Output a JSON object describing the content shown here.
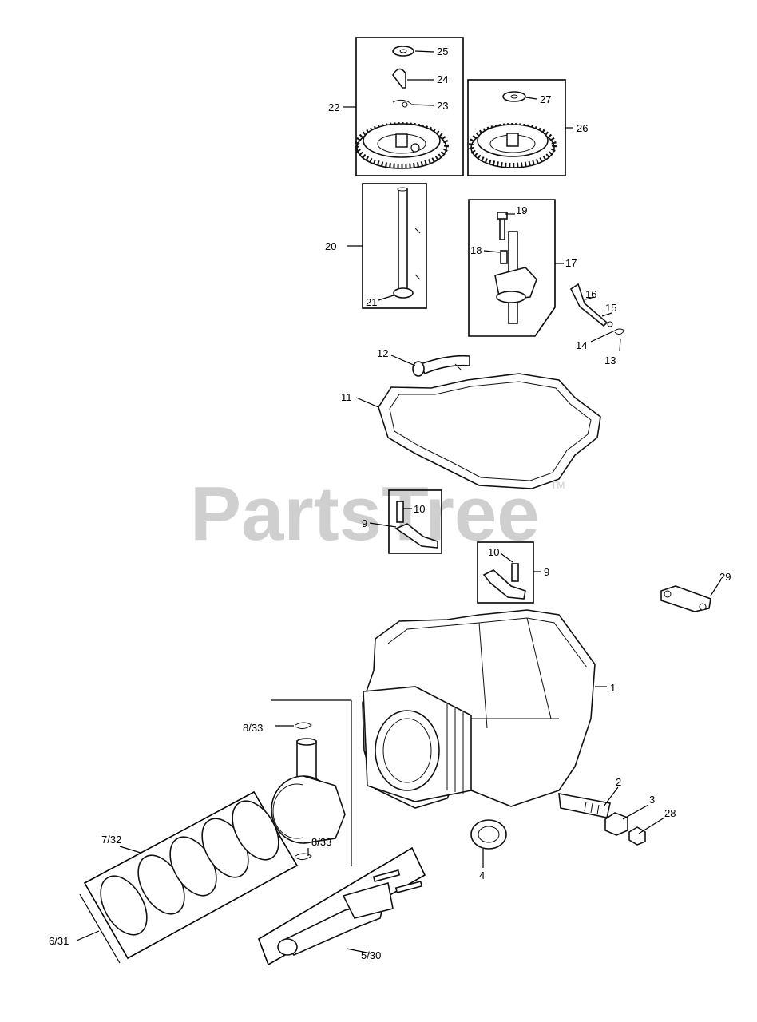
{
  "watermark": {
    "text": "PartsTree",
    "trademark": "TM"
  },
  "callouts": [
    {
      "id": "c25",
      "text": "25"
    },
    {
      "id": "c24",
      "text": "24"
    },
    {
      "id": "c23",
      "text": "23"
    },
    {
      "id": "c22",
      "text": "22"
    },
    {
      "id": "c27",
      "text": "27"
    },
    {
      "id": "c26",
      "text": "26"
    },
    {
      "id": "c20",
      "text": "20"
    },
    {
      "id": "c21",
      "text": "21"
    },
    {
      "id": "c19",
      "text": "19"
    },
    {
      "id": "c18",
      "text": "18"
    },
    {
      "id": "c17",
      "text": "17"
    },
    {
      "id": "c16",
      "text": "16"
    },
    {
      "id": "c15",
      "text": "15"
    },
    {
      "id": "c14",
      "text": "14"
    },
    {
      "id": "c13",
      "text": "13"
    },
    {
      "id": "c12",
      "text": "12"
    },
    {
      "id": "c11",
      "text": "11"
    },
    {
      "id": "c10a",
      "text": "10"
    },
    {
      "id": "c9a",
      "text": "9"
    },
    {
      "id": "c10b",
      "text": "10"
    },
    {
      "id": "c9b",
      "text": "9"
    },
    {
      "id": "c29",
      "text": "29"
    },
    {
      "id": "c1",
      "text": "1"
    },
    {
      "id": "c833a",
      "text": "8/33"
    },
    {
      "id": "c833b",
      "text": "8/33"
    },
    {
      "id": "c732",
      "text": "7/32"
    },
    {
      "id": "c631",
      "text": "6/31"
    },
    {
      "id": "c530",
      "text": "5/30"
    },
    {
      "id": "c4",
      "text": "4"
    },
    {
      "id": "c2",
      "text": "2"
    },
    {
      "id": "c3",
      "text": "3"
    },
    {
      "id": "c28",
      "text": "28"
    }
  ]
}
